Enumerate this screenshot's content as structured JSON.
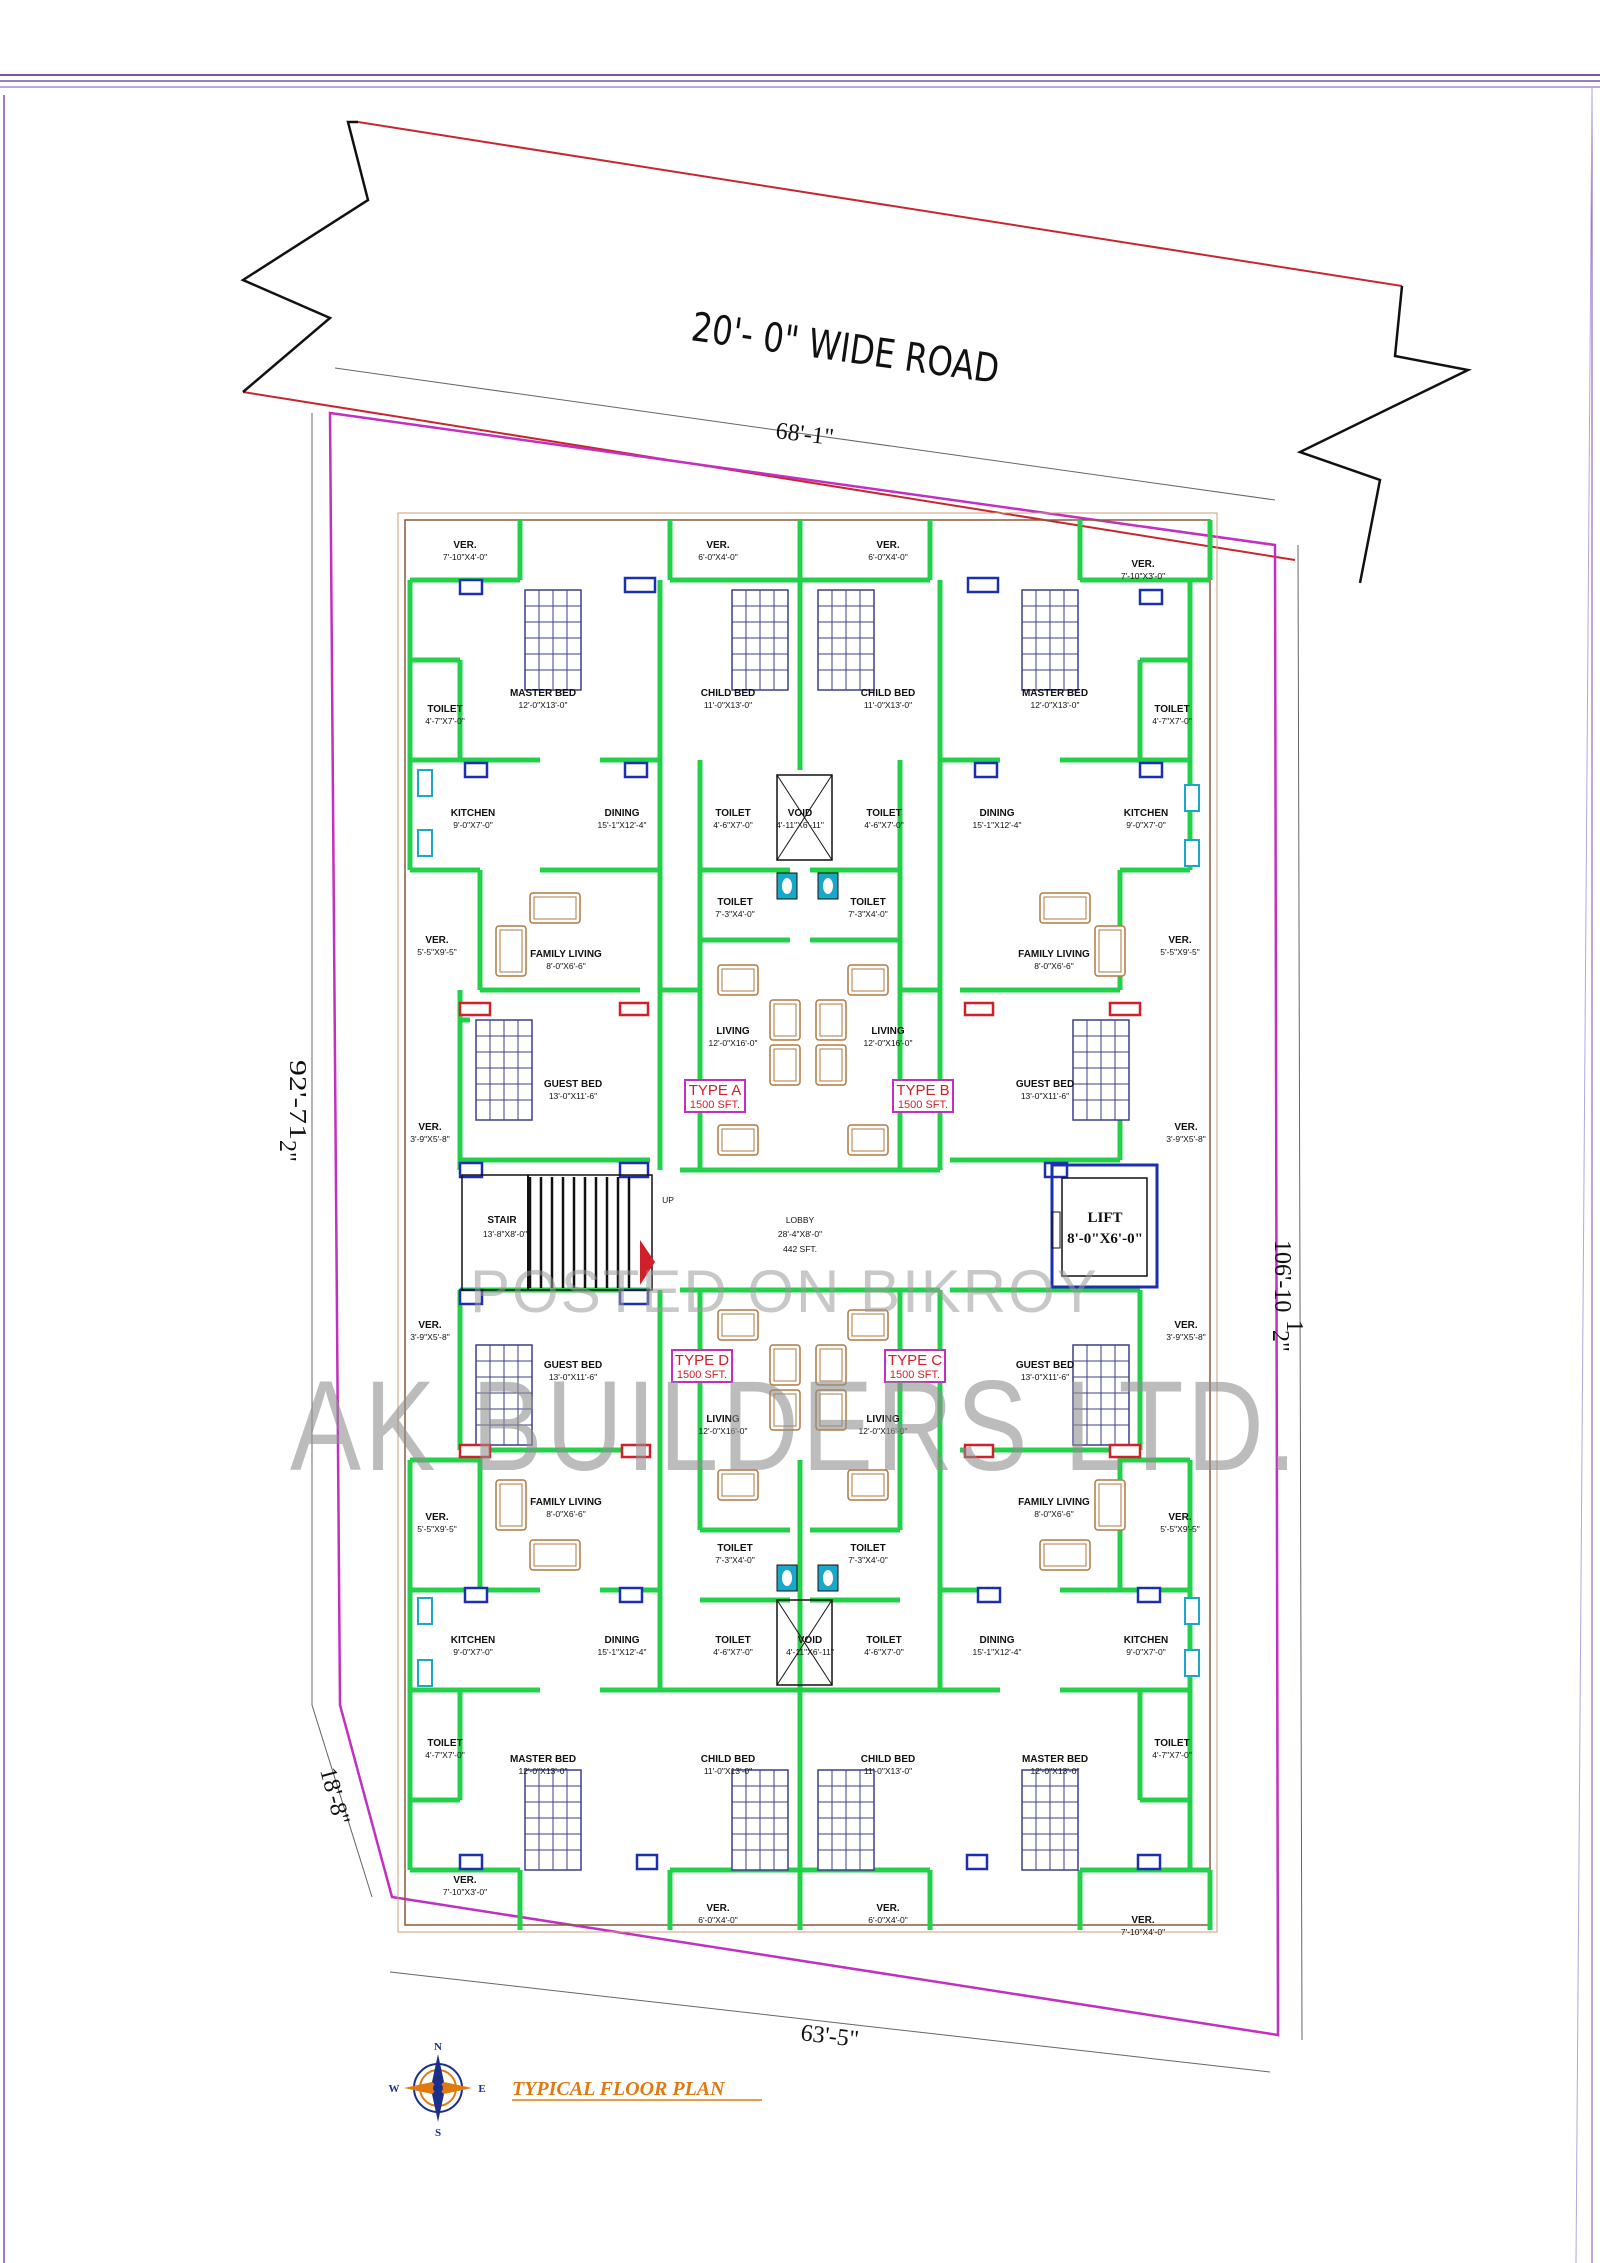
{
  "road": {
    "label": "20'- 0\" WIDE ROAD"
  },
  "dimensions": {
    "top": "68'-1\"",
    "left": "92'-71",
    "left_frac": "2\"",
    "right": "106'-10",
    "right_frac": "2\"",
    "right_sup": "1",
    "left_sup": "",
    "bottom": "63'-5\"",
    "bottom_left": "18'-8\""
  },
  "watermarks": [
    "POSTED ON BIKROY",
    "AK BUILDERS LTD."
  ],
  "title": "TYPICAL FLOOR PLAN",
  "compass": {
    "n": "N",
    "s": "S",
    "e": "E",
    "w": "W"
  },
  "units": [
    {
      "label": "TYPE A",
      "area": "1500 SFT."
    },
    {
      "label": "TYPE B",
      "area": "1500 SFT."
    },
    {
      "label": "TYPE D",
      "area": "1500 SFT."
    },
    {
      "label": "TYPE C",
      "area": "1500 SFT."
    }
  ],
  "lift": {
    "label": "LIFT",
    "size": "8'-0\"X6'-0\""
  },
  "lobby": {
    "label": "LOBBY",
    "size": "28'-4\"X8'-0\"",
    "area": "442 SFT."
  },
  "stair": {
    "label": "STAIR",
    "size": "13'-8\"X8'-0\"",
    "up": "UP"
  },
  "rooms": [
    {
      "name": "VER.",
      "dim": "7'-10\"X4'-0\""
    },
    {
      "name": "VER.",
      "dim": "6'-0\"X4'-0\""
    },
    {
      "name": "VER.",
      "dim": "6'-0\"X4'-0\""
    },
    {
      "name": "VER.",
      "dim": "7'-10\"X3'-0\""
    },
    {
      "name": "MASTER BED",
      "dim": "12'-0\"X13'-0\""
    },
    {
      "name": "CHILD BED",
      "dim": "11'-0\"X13'-0\""
    },
    {
      "name": "CHILD BED",
      "dim": "11'-0\"X13'-0\""
    },
    {
      "name": "MASTER BED",
      "dim": "12'-0\"X13'-0\""
    },
    {
      "name": "TOILET",
      "dim": "4'-7\"X7'-0\""
    },
    {
      "name": "TOILET",
      "dim": "4'-7\"X7'-0\""
    },
    {
      "name": "KITCHEN",
      "dim": "9'-0\"X7'-0\""
    },
    {
      "name": "DINING",
      "dim": "15'-1\"X12'-4\""
    },
    {
      "name": "TOILET",
      "dim": "4'-6\"X7'-0\""
    },
    {
      "name": "VOID",
      "dim": "4'-11\"X6'-11\""
    },
    {
      "name": "TOILET",
      "dim": "4'-6\"X7'-0\""
    },
    {
      "name": "DINING",
      "dim": "15'-1\"X12'-4\""
    },
    {
      "name": "KITCHEN",
      "dim": "9'-0\"X7'-0\""
    },
    {
      "name": "TOILET",
      "dim": "7'-3\"X4'-0\""
    },
    {
      "name": "TOILET",
      "dim": "7'-3\"X4'-0\""
    },
    {
      "name": "VER.",
      "dim": "5'-5\"X9'-5\""
    },
    {
      "name": "FAMILY LIVING",
      "dim": "8'-0\"X6'-6\""
    },
    {
      "name": "FAMILY LIVING",
      "dim": "8'-0\"X6'-6\""
    },
    {
      "name": "VER.",
      "dim": "5'-5\"X9'-5\""
    },
    {
      "name": "LIVING",
      "dim": "12'-0\"X16'-0\""
    },
    {
      "name": "LIVING",
      "dim": "12'-0\"X16'-0\""
    },
    {
      "name": "GUEST BED",
      "dim": "13'-0\"X11'-6\""
    },
    {
      "name": "GUEST BED",
      "dim": "13'-0\"X11'-6\""
    },
    {
      "name": "VER.",
      "dim": "3'-9\"X5'-8\""
    },
    {
      "name": "VER.",
      "dim": "3'-9\"X5'-8\""
    },
    {
      "name": "VER.",
      "dim": "3'-9\"X5'-8\""
    },
    {
      "name": "VER.",
      "dim": "3'-9\"X5'-8\""
    },
    {
      "name": "GUEST BED",
      "dim": "13'-0\"X11'-6\""
    },
    {
      "name": "GUEST BED",
      "dim": "13'-0\"X11'-6\""
    },
    {
      "name": "LIVING",
      "dim": "12'-0\"X16'-0\""
    },
    {
      "name": "LIVING",
      "dim": "12'-0\"X16'-0\""
    },
    {
      "name": "VER.",
      "dim": "5'-5\"X9'-5\""
    },
    {
      "name": "FAMILY LIVING",
      "dim": "8'-0\"X6'-6\""
    },
    {
      "name": "FAMILY LIVING",
      "dim": "8'-0\"X6'-6\""
    },
    {
      "name": "VER.",
      "dim": "5'-5\"X9'-5\""
    },
    {
      "name": "TOILET",
      "dim": "7'-3\"X4'-0\""
    },
    {
      "name": "TOILET",
      "dim": "7'-3\"X4'-0\""
    },
    {
      "name": "KITCHEN",
      "dim": "9'-0\"X7'-0\""
    },
    {
      "name": "DINING",
      "dim": "15'-1\"X12'-4\""
    },
    {
      "name": "TOILET",
      "dim": "4'-6\"X7'-0\""
    },
    {
      "name": "VOID",
      "dim": "4'-11\"X6'-11\""
    },
    {
      "name": "TOILET",
      "dim": "4'-6\"X7'-0\""
    },
    {
      "name": "DINING",
      "dim": "15'-1\"X12'-4\""
    },
    {
      "name": "KITCHEN",
      "dim": "9'-0\"X7'-0\""
    },
    {
      "name": "TOILET",
      "dim": "4'-7\"X7'-0\""
    },
    {
      "name": "TOILET",
      "dim": "4'-7\"X7'-0\""
    },
    {
      "name": "MASTER BED",
      "dim": "12'-0\"X13'-0\""
    },
    {
      "name": "CHILD BED",
      "dim": "11'-0\"X13'-0\""
    },
    {
      "name": "CHILD BED",
      "dim": "11'-0\"X13'-0\""
    },
    {
      "name": "MASTER BED",
      "dim": "12'-0\"X13'-0\""
    },
    {
      "name": "VER.",
      "dim": "7'-10\"X3'-0\""
    },
    {
      "name": "VER.",
      "dim": "6'-0\"X4'-0\""
    },
    {
      "name": "VER.",
      "dim": "6'-0\"X4'-0\""
    },
    {
      "name": "VER.",
      "dim": "7'-10\"X4'-0\""
    }
  ]
}
